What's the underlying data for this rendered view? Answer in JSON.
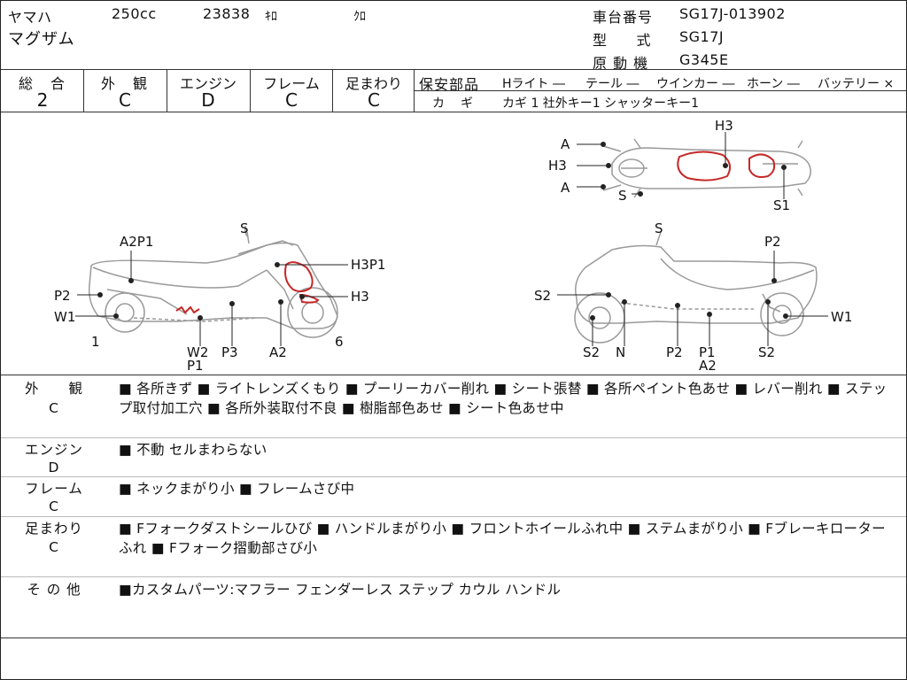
{
  "header": {
    "maker": "ヤマハ",
    "displacement": "250cc",
    "mileage": "23838",
    "mileage_unit": "ｷﾛ",
    "color": "ｸﾛ",
    "model_name": "マグザム",
    "frame_no_label": "車台番号",
    "frame_no": "SG17J-013902",
    "model_code_label": "型　　式",
    "model_code": "SG17J",
    "engine_label": "原 動 機",
    "engine_model": "G345E"
  },
  "grades": [
    {
      "label": "総　合",
      "value": "2"
    },
    {
      "label": "外　観",
      "value": "C"
    },
    {
      "label": "エンジン",
      "value": "D"
    },
    {
      "label": "フレーム",
      "value": "C"
    },
    {
      "label": "足まわり",
      "value": "C"
    }
  ],
  "safety": {
    "label": "保安部品",
    "items": [
      {
        "name": "Hライト",
        "status": "―"
      },
      {
        "name": "テール",
        "status": "―"
      },
      {
        "name": "ウインカー",
        "status": "―"
      },
      {
        "name": "ホーン",
        "status": "―"
      },
      {
        "name": "バッテリー",
        "status": "×"
      }
    ],
    "key_label": "カ　ギ",
    "key_items": "カギ 1  社外キー1  シャッターキー1"
  },
  "diagram": {
    "left_labels": [
      "S",
      "A2P1",
      "H3P1",
      "P2",
      "H3",
      "W1",
      "1",
      "6",
      "W2",
      "P1",
      "P3",
      "A2"
    ],
    "right_labels": [
      "S",
      "P2",
      "S2",
      "W1",
      "S2",
      "N",
      "P2",
      "P1",
      "A2",
      "S2"
    ],
    "top_labels": [
      "H3",
      "A",
      "H3",
      "A",
      "S",
      "S1"
    ],
    "colors": {
      "damage_marker": "#c62828",
      "outline": "#9a9a9a"
    }
  },
  "remarks": [
    {
      "category": "外　　観",
      "grade": "C",
      "text": "■ 各所きず ■ ライトレンズくもり ■ プーリーカバー削れ ■ シート張替 ■ 各所ペイント色あせ ■ レバー削れ ■ ステップ取付加工穴 ■ 各所外装取付不良 ■ 樹脂部色あせ ■ シート色あせ中"
    },
    {
      "category": "エンジン",
      "grade": "D",
      "text": "■ 不動 セルまわらない"
    },
    {
      "category": "フレーム",
      "grade": "C",
      "text": "■ ネックまがり小 ■ フレームさび中"
    },
    {
      "category": "足まわり",
      "grade": "C",
      "text": "■ Fフォークダストシールひび ■ ハンドルまがり小 ■ フロントホイールふれ中 ■ ステムまがり小 ■ Fブレーキローターふれ ■ Fフォーク摺動部さび小"
    },
    {
      "category": "そ の 他",
      "grade": "",
      "text": "■カスタムパーツ:マフラー フェンダーレス ステップ カウル ハンドル"
    }
  ]
}
